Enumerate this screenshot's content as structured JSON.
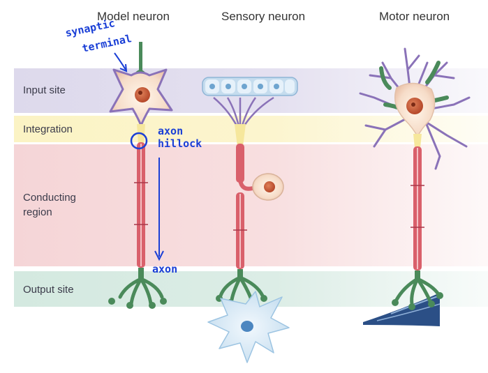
{
  "columns": {
    "model": "Model neuron",
    "sensory": "Sensory neuron",
    "motor": "Motor neuron"
  },
  "regions": {
    "input": "Input site",
    "integration": "Integration",
    "conducting_line1": "Conducting",
    "conducting_line2": "region",
    "output": "Output site"
  },
  "annotations": {
    "synaptic_line1": "synaptic",
    "synaptic_line2": "terminal",
    "hillock_line1": "axon",
    "hillock_line2": "hillock",
    "axon": "axon"
  },
  "colors": {
    "input_band": "#ddd9ec",
    "integration_band": "#fbf3c4",
    "conducting_band": "#f5d5d7",
    "output_band": "#d4e9e0",
    "axon_red": "#d9606b",
    "dendrite_purple": "#8a72b8",
    "terminal_green": "#4a8a5a",
    "ink_blue": "#1a3fd6"
  }
}
